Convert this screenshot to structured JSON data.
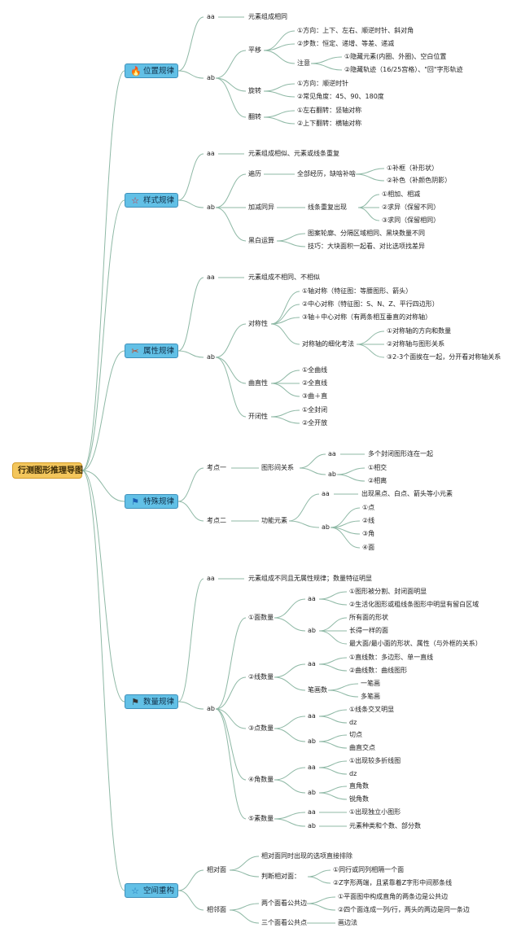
{
  "root": "行测图形推理导图",
  "icons": {
    "position": "fire-icon",
    "style": "star-icon",
    "attribute": "tools-icon",
    "special": "flag-icon",
    "quantity": "checkered-flag-icon",
    "space": "star-icon"
  },
  "colors": {
    "root_fill": "#f3c65c",
    "branch_fill": "#62c0e6",
    "line": "#8fb9a6"
  },
  "pos": {
    "label": "位置规律",
    "aa": "aa",
    "aa_text": "元素组成相同",
    "ab": "ab",
    "pingyi": "平移",
    "py1": "①方向：上下、左右、顺逆时针、斜对角",
    "py2": "②步数：恒定、递增、等差、递减",
    "zhuyi": "注意",
    "zy1": "①隐藏元素(内圈、外圈)、空白位置",
    "zy2": "②隐藏轨迹（16/25宫格）、\"回\"字形轨迹",
    "xuanzhuan": "旋转",
    "xz1": "①方向：顺逆时针",
    "xz2": "②常见角度：45、90、180度",
    "fanzhuan": "翻转",
    "fz1": "①左右翻转：竖轴对称",
    "fz2": "②上下翻转：横轴对称"
  },
  "style": {
    "label": "样式规律",
    "aa": "aa",
    "aa_text": "元素组成相似、元素或线条重复",
    "ab": "ab",
    "bianli": "遍历",
    "bl_text": "全部经历，缺啥补啥",
    "bl1": "①补框（补形状）",
    "bl2": "②补色（补颜色阴影）",
    "jiajian": "加减同异",
    "jj_text": "线条重复出现",
    "jj1": "①相加、相减",
    "jj2": "②求异（保留不同）",
    "jj3": "③求同（保留相同）",
    "heibai": "黑白运算",
    "hb1": "图案轮廓、分隔区域相同、黑块数量不同",
    "hb2": "技巧：大块面积一起看、对比选项找差异"
  },
  "attr": {
    "label": "属性规律",
    "aa": "aa",
    "aa_text": "元素组成不相同、不相似",
    "ab": "ab",
    "duichen": "对称性",
    "dc1": "①轴对称（特征图：等腰图形、箭头）",
    "dc2": "②中心对称（特征图：S、N、Z、平行四边形）",
    "dc3": "③轴＋中心对称（有两条相互垂直的对称轴）",
    "dc_x": "对称轴的细化考法",
    "dx1": "①对称轴的方向和数量",
    "dx2": "②对称轴与图形关系",
    "dx3": "③2-3个面挨在一起，分开看对称轴关系",
    "quzhi": "曲直性",
    "qz1": "①全曲线",
    "qz2": "②全直线",
    "qz3": "③曲＋直",
    "kaibi": "开闭性",
    "kb1": "①全封闭",
    "kb2": "②全开放"
  },
  "special": {
    "label": "特殊规律",
    "k1": "考点一",
    "k1_text": "图形间关系",
    "k1_aa": "aa",
    "k1_aa_text": "多个封闭图形连在一起",
    "k1_ab": "ab",
    "k1_1": "①相交",
    "k1_2": "②相离",
    "k2": "考点二",
    "k2_text": "功能元素",
    "k2_aa": "aa",
    "k2_aa_text": "出现黑点、白点、箭头等小元素",
    "k2_ab": "ab",
    "k2_1": "①点",
    "k2_2": "②线",
    "k2_3": "③角",
    "k2_4": "④面"
  },
  "qty": {
    "label": "数量规律",
    "aa": "aa",
    "aa_text": "元素组成不同且无属性规律；数量特征明显",
    "ab": "ab",
    "mian": "①面数量",
    "m_aa": "aa",
    "m_aa1": "①图形被分割、封闭面明显",
    "m_aa2": "②生活化图形或粗线条图形中明显有留白区域",
    "m_ab": "ab",
    "m_ab1": "所有面的形状",
    "m_ab2": "长得一样的面",
    "m_ab3": "最大面/最小面的形状、属性（与外框的关系）",
    "xian": "②线数量",
    "x_aa": "aa",
    "x_aa1": "①直线数：多边形、单一直线",
    "x_aa2": "②曲线数：曲线图形",
    "bihua": "笔画数",
    "bh1": "一笔画",
    "bh2": "多笔画",
    "dian": "③点数量",
    "d_aa": "aa",
    "d_aa1": "①线条交叉明显",
    "d_aa2": "dz",
    "d_ab": "ab",
    "d_ab1": "切点",
    "d_ab2": "曲直交点",
    "jiao": "④角数量",
    "j_aa": "aa",
    "j_aa1": "①出现较多折线图",
    "j_aa2": "dz",
    "j_ab": "ab",
    "j_ab1": "直角数",
    "j_ab2": "锐角数",
    "su": "⑤素数量",
    "s_aa": "aa",
    "s_aa1": "①出现独立小图形",
    "s_ab": "ab",
    "s_ab1": "元素种类和个数、部分数"
  },
  "space": {
    "label": "空间重构",
    "xiangdui": "相对面",
    "xd_text": "相对面同时出现的选项直接排除",
    "pd": "判断相对面：",
    "pd1": "①同行或同列相隔一个面",
    "pd2": "②Z字形两端，且紧靠着Z字形中间那条线",
    "xianglin": "相邻面",
    "lm1": "两个面看公共边",
    "lm1a": "①平面图中构成直角的两条边是公共边",
    "lm1b": "②四个面连成一列/行，两头的两边是同一条边",
    "lm2": "三个面看公共点",
    "lm2a": "画边法"
  }
}
